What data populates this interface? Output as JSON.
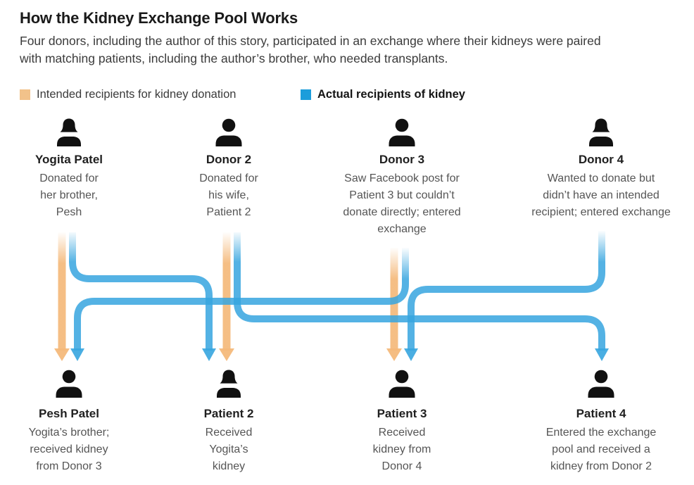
{
  "header": {
    "title": "How the Kidney Exchange Pool Works",
    "subtitle_lines": [
      "Four donors, including the author of this story, participated in an exchange where their kidneys were paired",
      "with matching patients, including the author’s brother, who needed transplants."
    ]
  },
  "legend": {
    "intended": {
      "label": "Intended recipients for kidney donation",
      "color": "#F2C28A"
    },
    "actual": {
      "label": "Actual recipients of kidney",
      "color": "#1C9DDB"
    }
  },
  "flow_colors": {
    "intended_line": "#F4B97A",
    "actual_line": "#36A5DF"
  },
  "donors": [
    {
      "name": "Yogita Patel",
      "icon": "person-female-icon",
      "desc_lines": [
        "Donated for",
        "her brother,",
        "Pesh"
      ]
    },
    {
      "name": "Donor 2",
      "icon": "person-male-icon",
      "desc_lines": [
        "Donated for",
        "his wife,",
        "Patient 2"
      ]
    },
    {
      "name": "Donor 3",
      "icon": "person-male-icon",
      "desc_lines": [
        "Saw Facebook post for",
        "Patient 3 but couldn’t",
        "donate directly; entered",
        "exchange"
      ]
    },
    {
      "name": "Donor 4",
      "icon": "person-female-icon",
      "desc_lines": [
        "Wanted to donate but",
        "didn’t have an intended",
        "recipient; entered exchange"
      ]
    }
  ],
  "patients": [
    {
      "name": "Pesh Patel",
      "icon": "person-male-icon",
      "desc_lines": [
        "Yogita’s brother;",
        "received kidney",
        "from Donor 3"
      ]
    },
    {
      "name": "Patient 2",
      "icon": "person-female-icon",
      "desc_lines": [
        "Received",
        "Yogita’s",
        "kidney"
      ]
    },
    {
      "name": "Patient 3",
      "icon": "person-male-icon",
      "desc_lines": [
        "Received",
        "kidney from",
        "Donor 4"
      ]
    },
    {
      "name": "Patient 4",
      "icon": "person-male-icon",
      "desc_lines": [
        "Entered the exchange",
        "pool and received a",
        "kidney from Donor 2"
      ]
    }
  ],
  "flows": [
    {
      "from": "Yogita Patel",
      "to": "Pesh Patel",
      "type": "intended"
    },
    {
      "from": "Yogita Patel",
      "to": "Patient 2",
      "type": "actual"
    },
    {
      "from": "Donor 2",
      "to": "Patient 2",
      "type": "intended"
    },
    {
      "from": "Donor 2",
      "to": "Patient 4",
      "type": "actual"
    },
    {
      "from": "Donor 3",
      "to": "Patient 3",
      "type": "intended"
    },
    {
      "from": "Donor 3",
      "to": "Pesh Patel",
      "type": "actual"
    },
    {
      "from": "Donor 4",
      "to": "Patient 3",
      "type": "actual"
    }
  ]
}
